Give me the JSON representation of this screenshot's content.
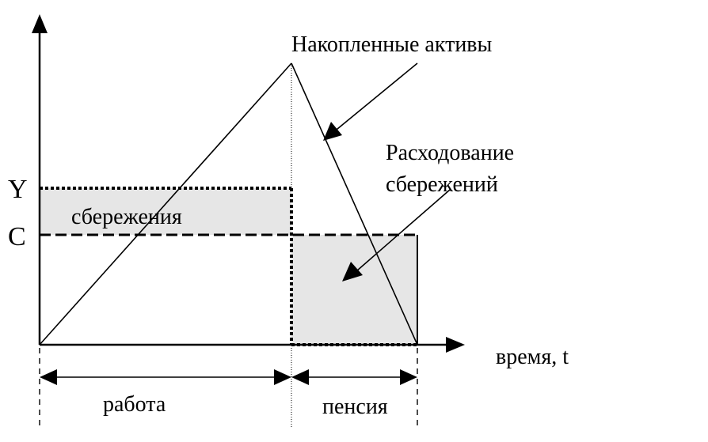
{
  "diagram": {
    "axis_label_y_income": "Y",
    "axis_label_y_consumption": "C",
    "axis_label_x": "время, t",
    "label_accumulated_assets": "Накопленные активы",
    "label_spending_line1": "Расходование",
    "label_spending_line2": "сбережений",
    "label_savings": "сбережения",
    "label_work": "работа",
    "label_pension": "пенсия"
  },
  "colors": {
    "shade": "#e6e6e6",
    "ink": "#000000"
  }
}
